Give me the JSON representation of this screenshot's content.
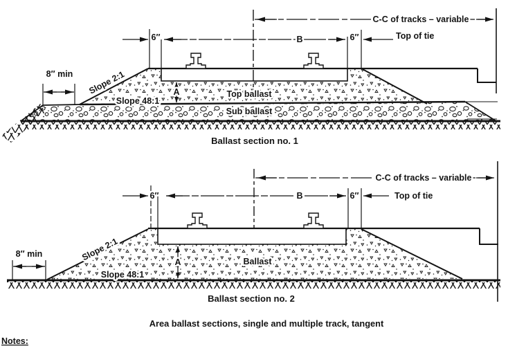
{
  "labels": {
    "cc_tracks": "C-C of tracks – variable",
    "top_of_tie": "Top of tie",
    "b_dim": "B",
    "six_in": "6″",
    "eight_min": "8″ min",
    "slope_2_1": "Slope 2:1",
    "slope_48_1": "Slope 48:1",
    "depth_a": "A"
  },
  "section1": {
    "caption": "Ballast section no. 1",
    "top_ballast": "Top ballast",
    "sub_ballast": "Sub ballast"
  },
  "section2": {
    "caption": "Ballast section no. 2",
    "ballast": "Ballast"
  },
  "figure_caption": "Area ballast sections, single and multiple track, tangent",
  "notes_label": "Notes:",
  "colors": {
    "ink": "#141414",
    "paper": "#ffffff"
  }
}
